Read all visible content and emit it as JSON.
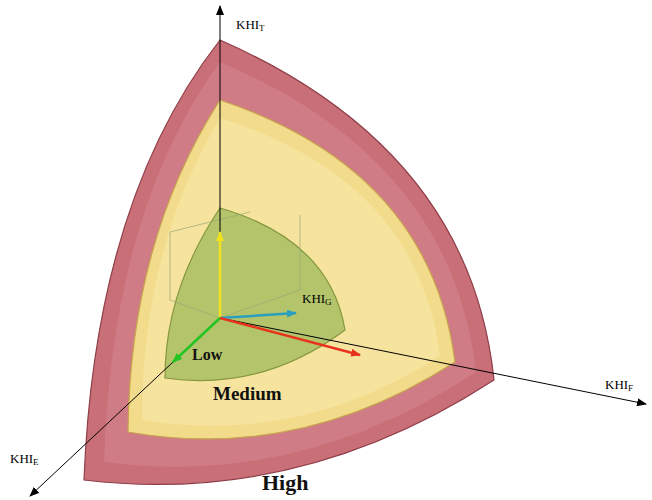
{
  "diagram": {
    "nodes": [
      {
        "text": [
          "High"
        ]
      },
      {
        "text": [
          "Medium"
        ],
        "in": 0
      },
      {
        "text": [
          "Low"
        ],
        "in": 1
      }
    ],
    "labels": [
      "KHI",
      "T",
      "KHI",
      "G",
      "KHI",
      "F",
      "KHI",
      "E"
    ]
  }
}
